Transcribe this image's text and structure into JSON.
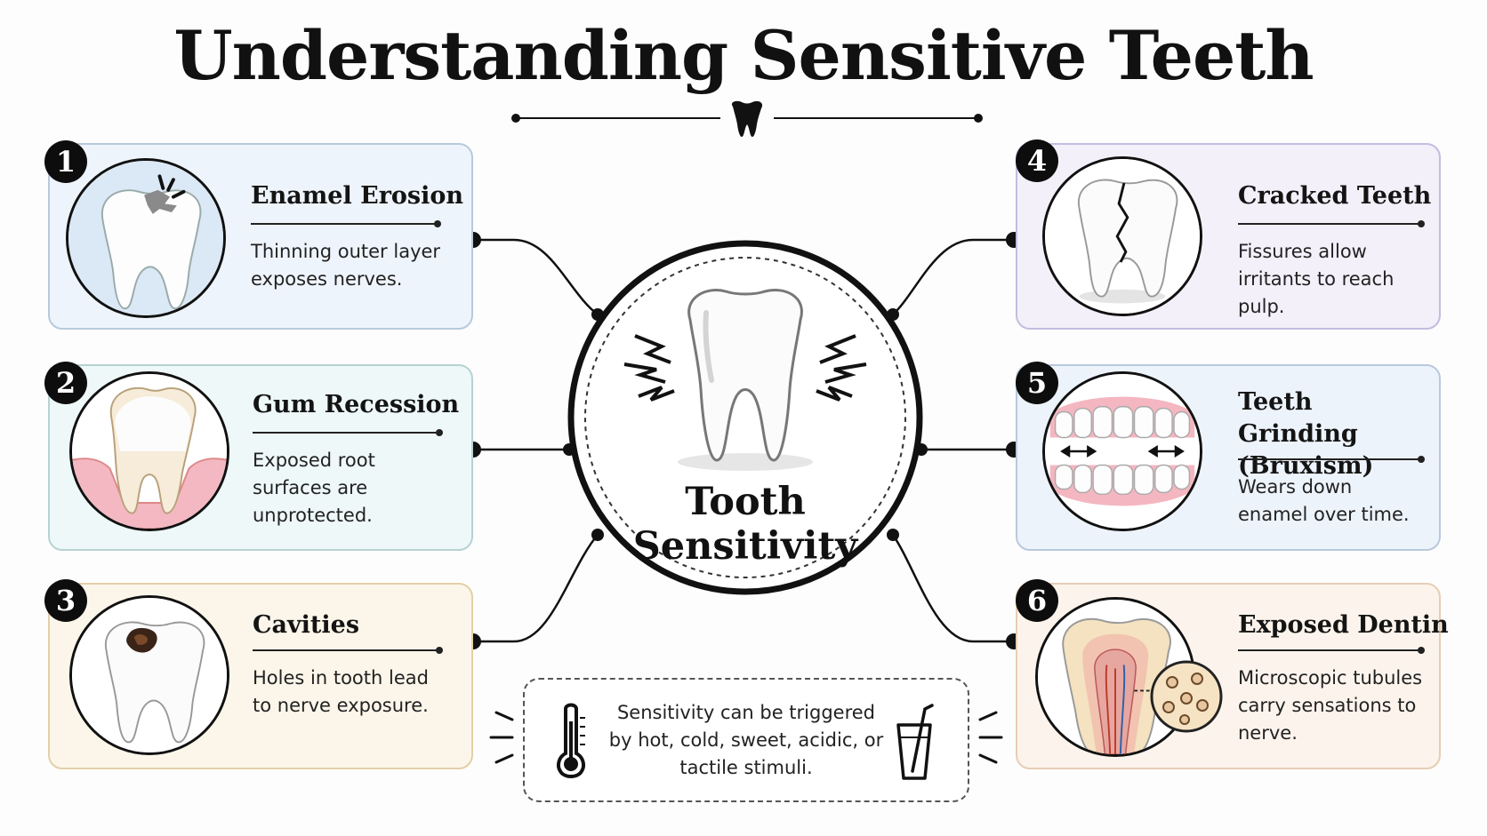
{
  "title": "Understanding Sensitive Teeth",
  "center": {
    "line1": "Tooth",
    "line2": "Sensitivity"
  },
  "causes": [
    {
      "number": "1",
      "title": "Enamel Erosion",
      "description": "Thinning outer layer exposes nerves."
    },
    {
      "number": "2",
      "title": "Gum Recession",
      "description": "Exposed root surfaces are unprotected."
    },
    {
      "number": "3",
      "title": "Cavities",
      "description": "Holes in tooth lead to nerve exposure."
    },
    {
      "number": "4",
      "title": "Cracked Teeth",
      "description": "Fissures allow irritants to reach pulp."
    },
    {
      "number": "5",
      "title": "Teeth Grinding (Bruxism)",
      "description": "Wears down enamel over time."
    },
    {
      "number": "6",
      "title": "Exposed Dentin",
      "description": "Microscopic tubules carry sensations to nerve."
    }
  ],
  "note": "Sensitivity can be triggered by hot, cold, sweet, acidic, or tactile stimuli."
}
